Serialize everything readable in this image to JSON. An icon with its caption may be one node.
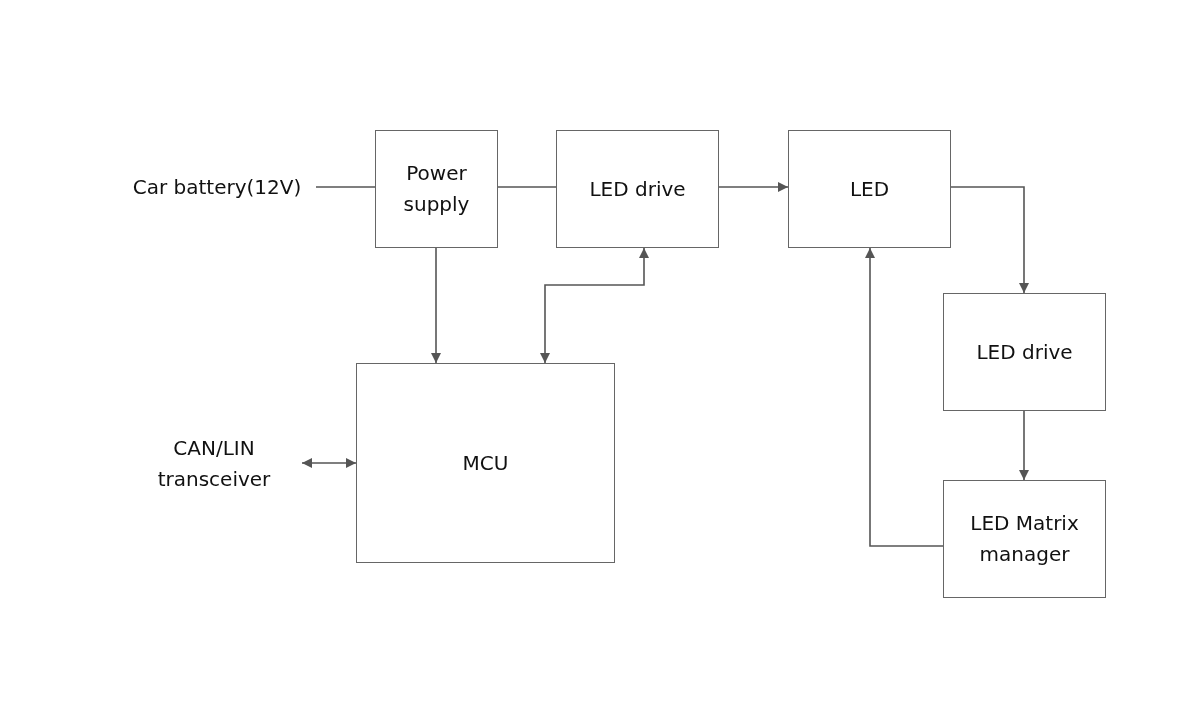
{
  "diagram": {
    "nodes": [
      {
        "text": [
          "Car battery(12V)"
        ]
      },
      {
        "text": [
          "Power supply"
        ]
      },
      {
        "text": [
          "LED drive"
        ]
      },
      {
        "text": [
          "LED"
        ]
      },
      {
        "text": [
          "LED drive"
        ]
      },
      {
        "text": [
          "LED Matrix manager"
        ]
      },
      {
        "text": [
          "MCU"
        ]
      },
      {
        "text": [
          "CAN/LIN transceiver"
        ]
      }
    ],
    "edges": [
      {
        "from": 0,
        "to": 1,
        "arrow": "none"
      },
      {
        "from": 1,
        "to": 2,
        "arrow": "none"
      },
      {
        "from": 2,
        "to": 3,
        "arrow": "to"
      },
      {
        "from": 3,
        "to": 4,
        "arrow": "to"
      },
      {
        "from": 4,
        "to": 5,
        "arrow": "to"
      },
      {
        "from": 5,
        "to": 3,
        "arrow": "to"
      },
      {
        "from": 1,
        "to": 6,
        "arrow": "to"
      },
      {
        "from": 6,
        "to": 2,
        "arrow": "both"
      },
      {
        "from": 7,
        "to": 6,
        "arrow": "both"
      }
    ]
  }
}
